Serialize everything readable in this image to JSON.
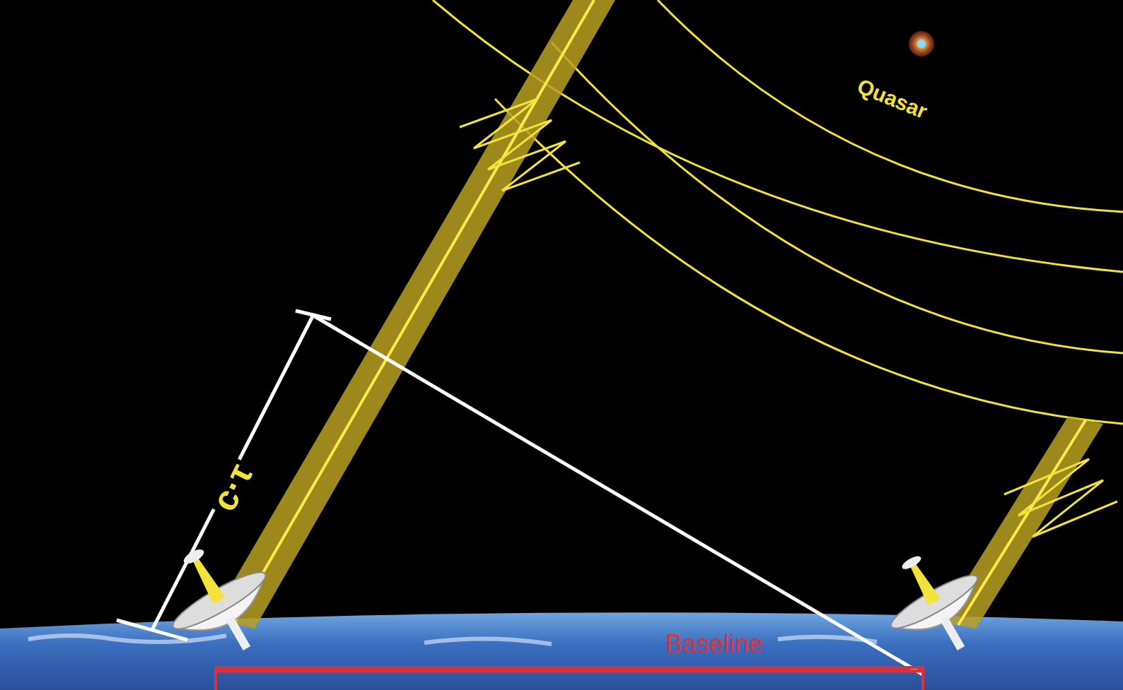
{
  "diagram": {
    "labels": [
      "Quasar",
      "c·τ",
      "Baseline"
    ]
  }
}
